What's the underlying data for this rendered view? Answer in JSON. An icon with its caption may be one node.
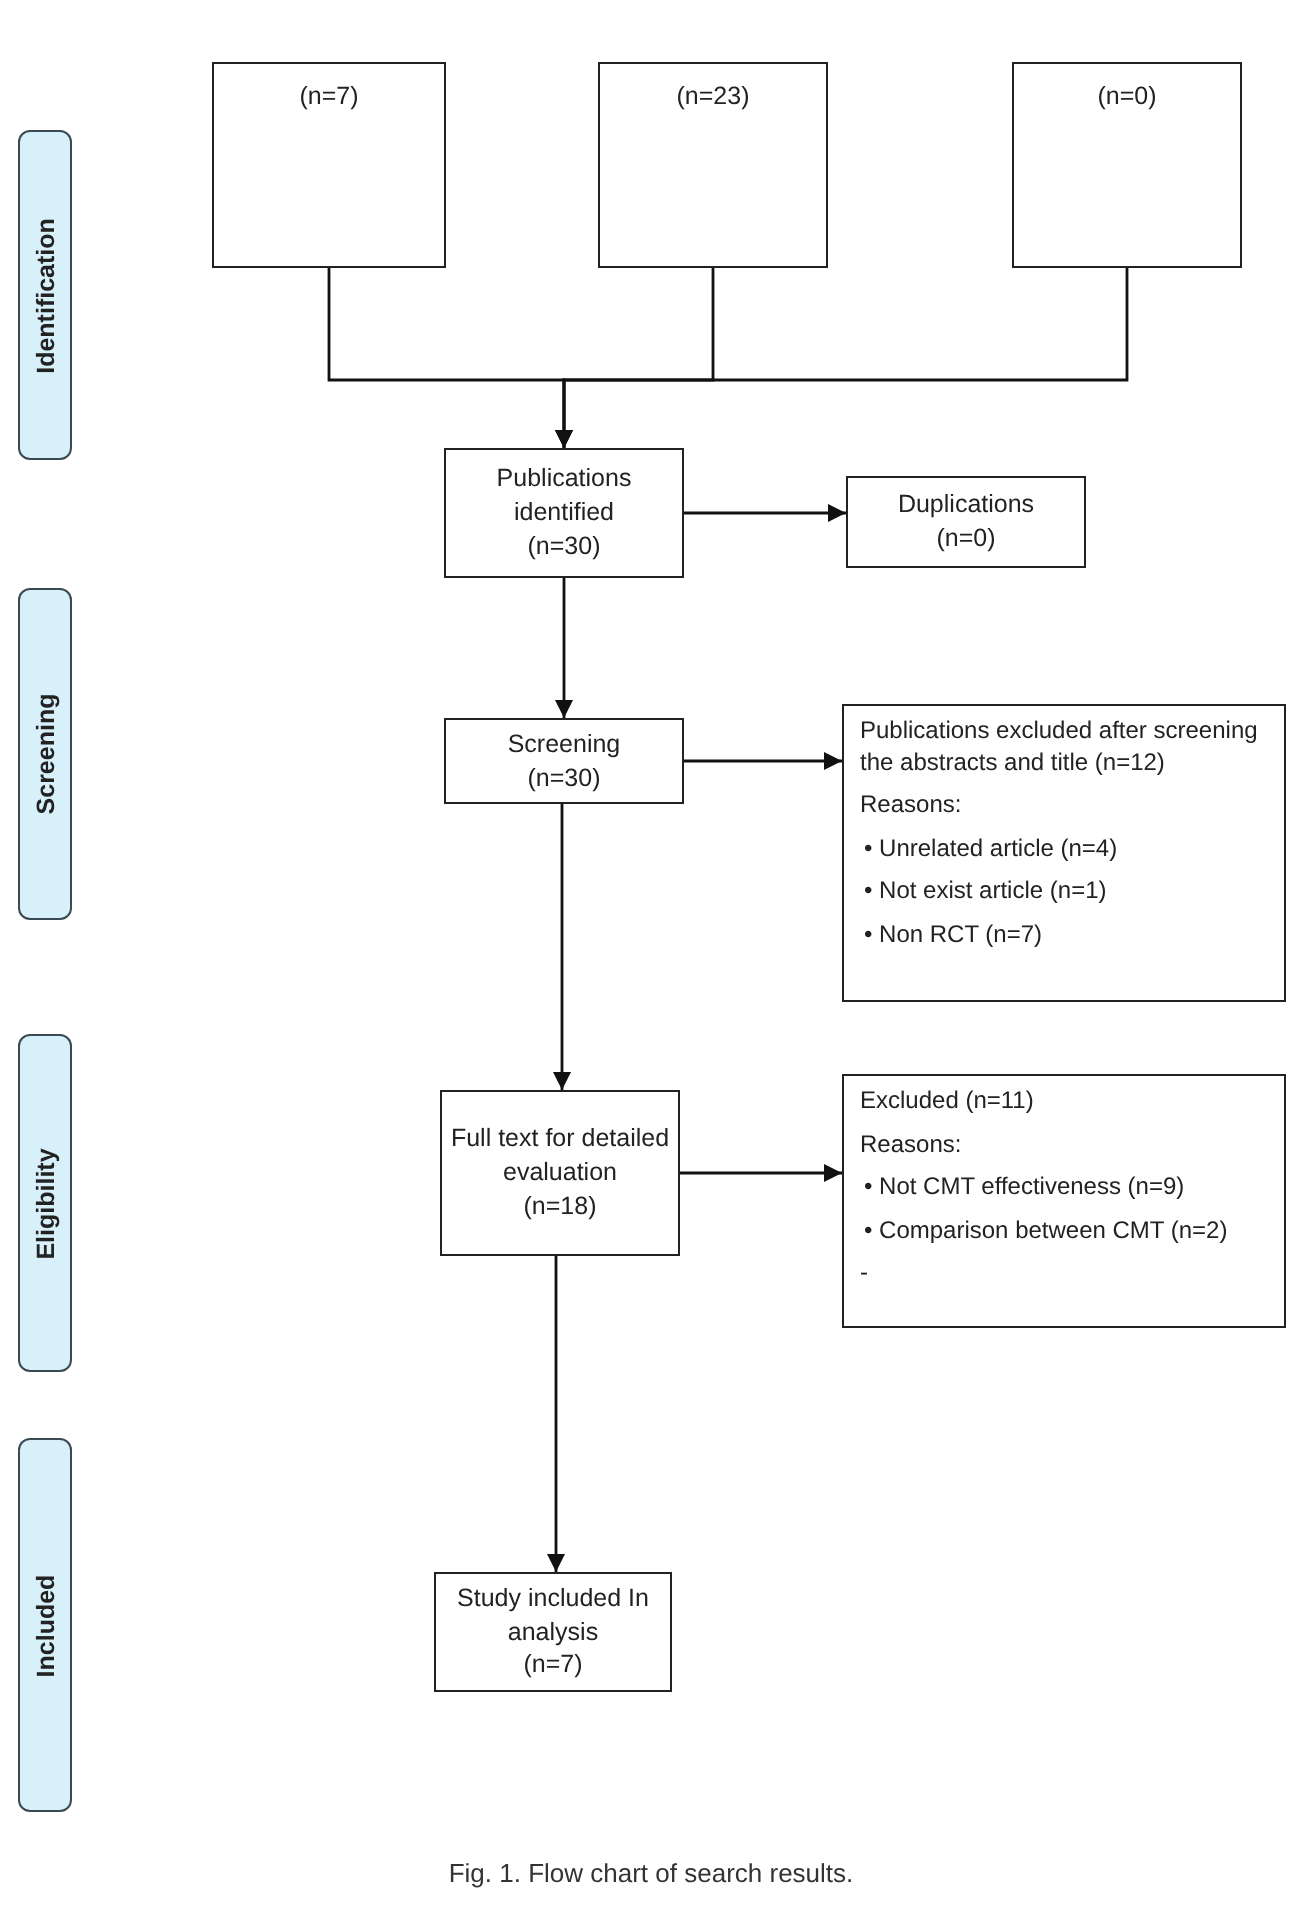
{
  "diagram": {
    "caption": "Fig. 1. Flow chart of search results.",
    "nodes": [
      {
        "text": [
          "Identification"
        ]
      },
      {
        "text": [
          "Screening"
        ]
      },
      {
        "text": [
          "Eligibility"
        ]
      },
      {
        "text": [
          "Included"
        ]
      },
      {
        "text": [
          "(n=7)"
        ]
      },
      {
        "text": [
          "(n=23)"
        ]
      },
      {
        "text": [
          "(n=0)"
        ]
      },
      {
        "text": [
          "Publications identified",
          "(n=30)"
        ]
      },
      {
        "text": [
          "Duplications",
          "(n=0)"
        ]
      },
      {
        "text": [
          "Screening",
          "(n=30)"
        ]
      },
      {
        "text": [
          "Publications excluded after screening the abstracts and title (n=12)",
          "Reasons:",
          "• Unrelated article (n=4)",
          "• Not exist article (n=1)",
          "• Non RCT (n=7)"
        ]
      },
      {
        "text": [
          "Full text for detailed evaluation",
          "(n=18)"
        ]
      },
      {
        "text": [
          "Excluded (n=11)",
          "Reasons:",
          "• Not CMT effectiveness (n=9)",
          "• Comparison between CMT (n=2)",
          "-"
        ]
      },
      {
        "text": [
          "Study included In analysis",
          "(n=7)"
        ]
      }
    ],
    "edges": [
      {
        "from": 4,
        "to": 7,
        "arrow": "to"
      },
      {
        "from": 5,
        "to": 7,
        "arrow": "to"
      },
      {
        "from": 6,
        "to": 7,
        "arrow": "to"
      },
      {
        "from": 7,
        "to": 8,
        "arrow": "to"
      },
      {
        "from": 7,
        "to": 9,
        "arrow": "to"
      },
      {
        "from": 9,
        "to": 10,
        "arrow": "to"
      },
      {
        "from": 9,
        "to": 11,
        "arrow": "to"
      },
      {
        "from": 11,
        "to": 12,
        "arrow": "to"
      },
      {
        "from": 11,
        "to": 13,
        "arrow": "to"
      }
    ]
  }
}
